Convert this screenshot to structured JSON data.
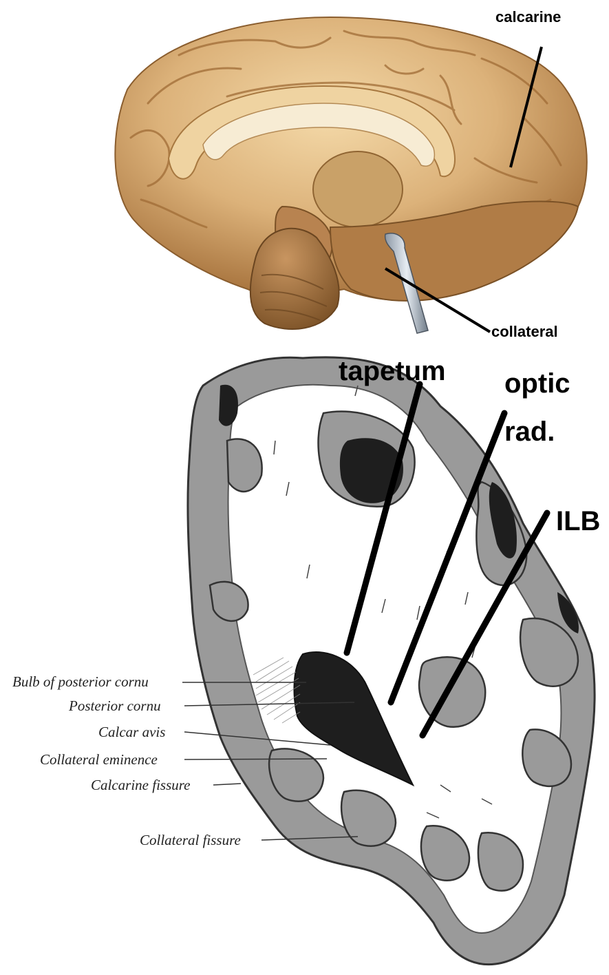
{
  "top_figure": {
    "labels": {
      "calcarine": "calcarine",
      "collateral": "collateral"
    }
  },
  "bottom_figure": {
    "callouts": {
      "tapetum": "tapetum",
      "optic_line1": "optic",
      "optic_line2": "rad.",
      "ilb": "ILB"
    },
    "structure_labels": [
      "Bulb of posterior cornu",
      "Posterior cornu",
      "Calcar avis",
      "Collateral eminence",
      "Calcarine fissure",
      "Collateral fissure"
    ]
  },
  "colors": {
    "brain_light": "#ecc994",
    "brain_mid": "#c7955a",
    "brain_dark": "#8a5d2e",
    "gray_matter": "#9a9a9a",
    "ventricle": "#1e1e1e",
    "white_matter": "#ffffff",
    "leader": "#000000"
  }
}
